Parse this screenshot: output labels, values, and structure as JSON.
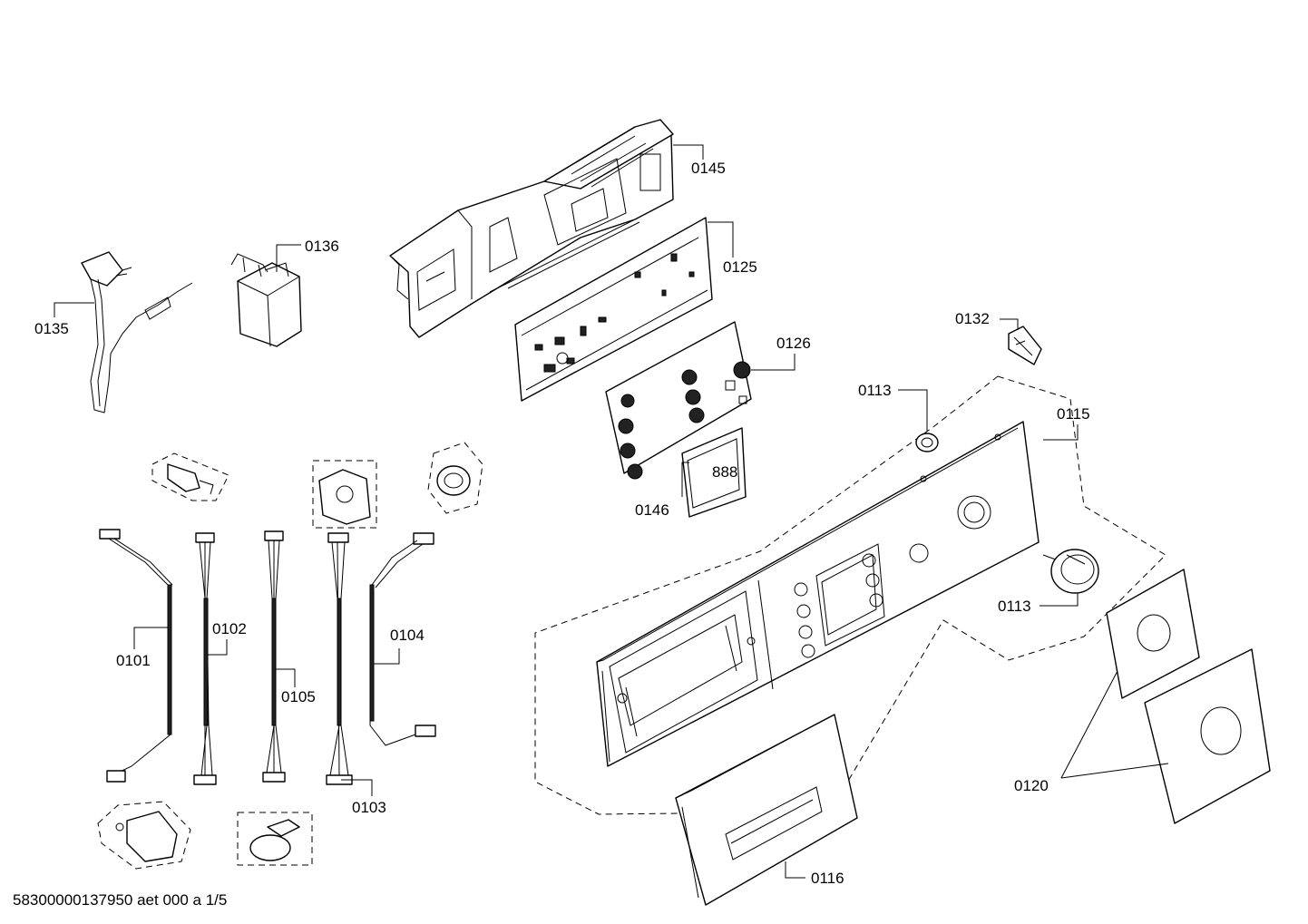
{
  "labels": {
    "p0145": "0145",
    "p0136": "0136",
    "p0125": "0125",
    "p0135": "0135",
    "p0126": "0126",
    "p0132": "0132",
    "p0113a": "0113",
    "p0115": "0115",
    "p0146": "0146",
    "p0113b": "0113",
    "p0102": "0102",
    "p0101": "0101",
    "p0104": "0104",
    "p0105": "0105",
    "p0103": "0103",
    "p0120": "0120",
    "p0116": "0116"
  },
  "footer": "58300000137950 aet 000 a 1/5"
}
